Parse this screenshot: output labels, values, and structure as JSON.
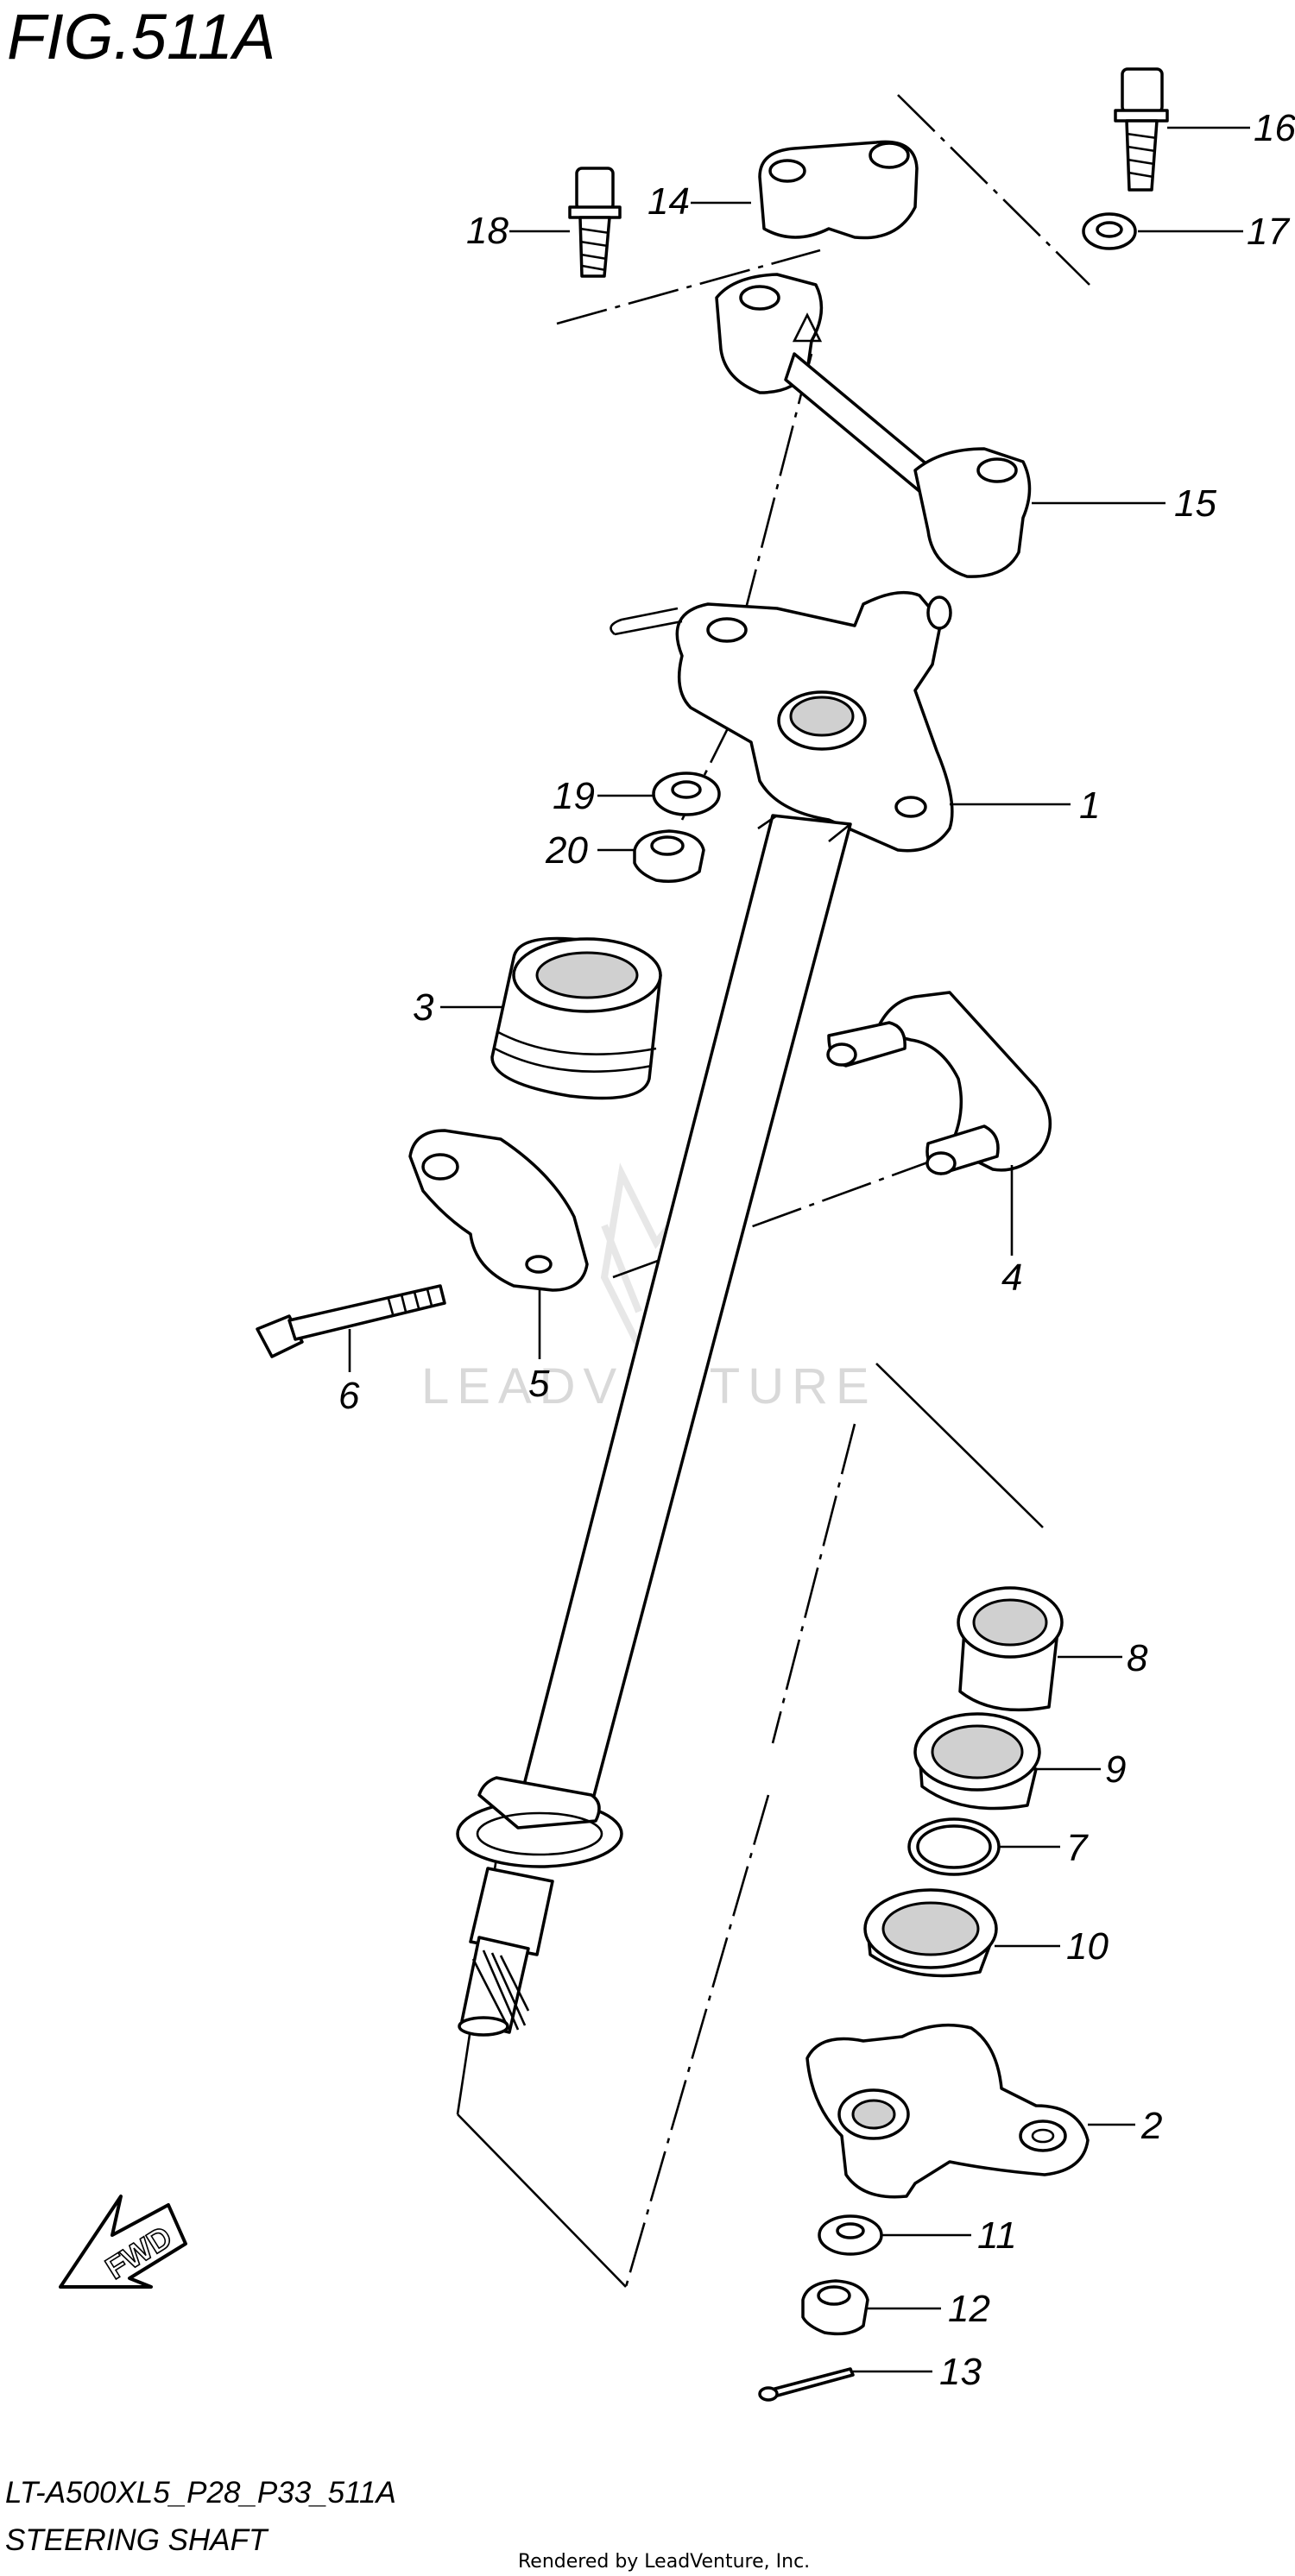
{
  "figure_title": "FIG.511A",
  "model_code": "LT-A500XL5_P28_P33_511A",
  "section_name": "STEERING SHAFT",
  "render_credit": "Rendered by LeadVenture, Inc.",
  "watermark_text": "LEADVENTURE",
  "forward_arrow_label": "FWD",
  "callouts": [
    {
      "id": "c1",
      "label": "1"
    },
    {
      "id": "c2",
      "label": "2"
    },
    {
      "id": "c3",
      "label": "3"
    },
    {
      "id": "c4",
      "label": "4"
    },
    {
      "id": "c5",
      "label": "5"
    },
    {
      "id": "c6",
      "label": "6"
    },
    {
      "id": "c7",
      "label": "7"
    },
    {
      "id": "c8",
      "label": "8"
    },
    {
      "id": "c9",
      "label": "9"
    },
    {
      "id": "c10",
      "label": "10"
    },
    {
      "id": "c11",
      "label": "11"
    },
    {
      "id": "c12",
      "label": "12"
    },
    {
      "id": "c13",
      "label": "13"
    },
    {
      "id": "c14",
      "label": "14"
    },
    {
      "id": "c15",
      "label": "15"
    },
    {
      "id": "c16",
      "label": "16"
    },
    {
      "id": "c17",
      "label": "17"
    },
    {
      "id": "c18",
      "label": "18"
    },
    {
      "id": "c19",
      "label": "19"
    },
    {
      "id": "c20",
      "label": "20"
    }
  ]
}
